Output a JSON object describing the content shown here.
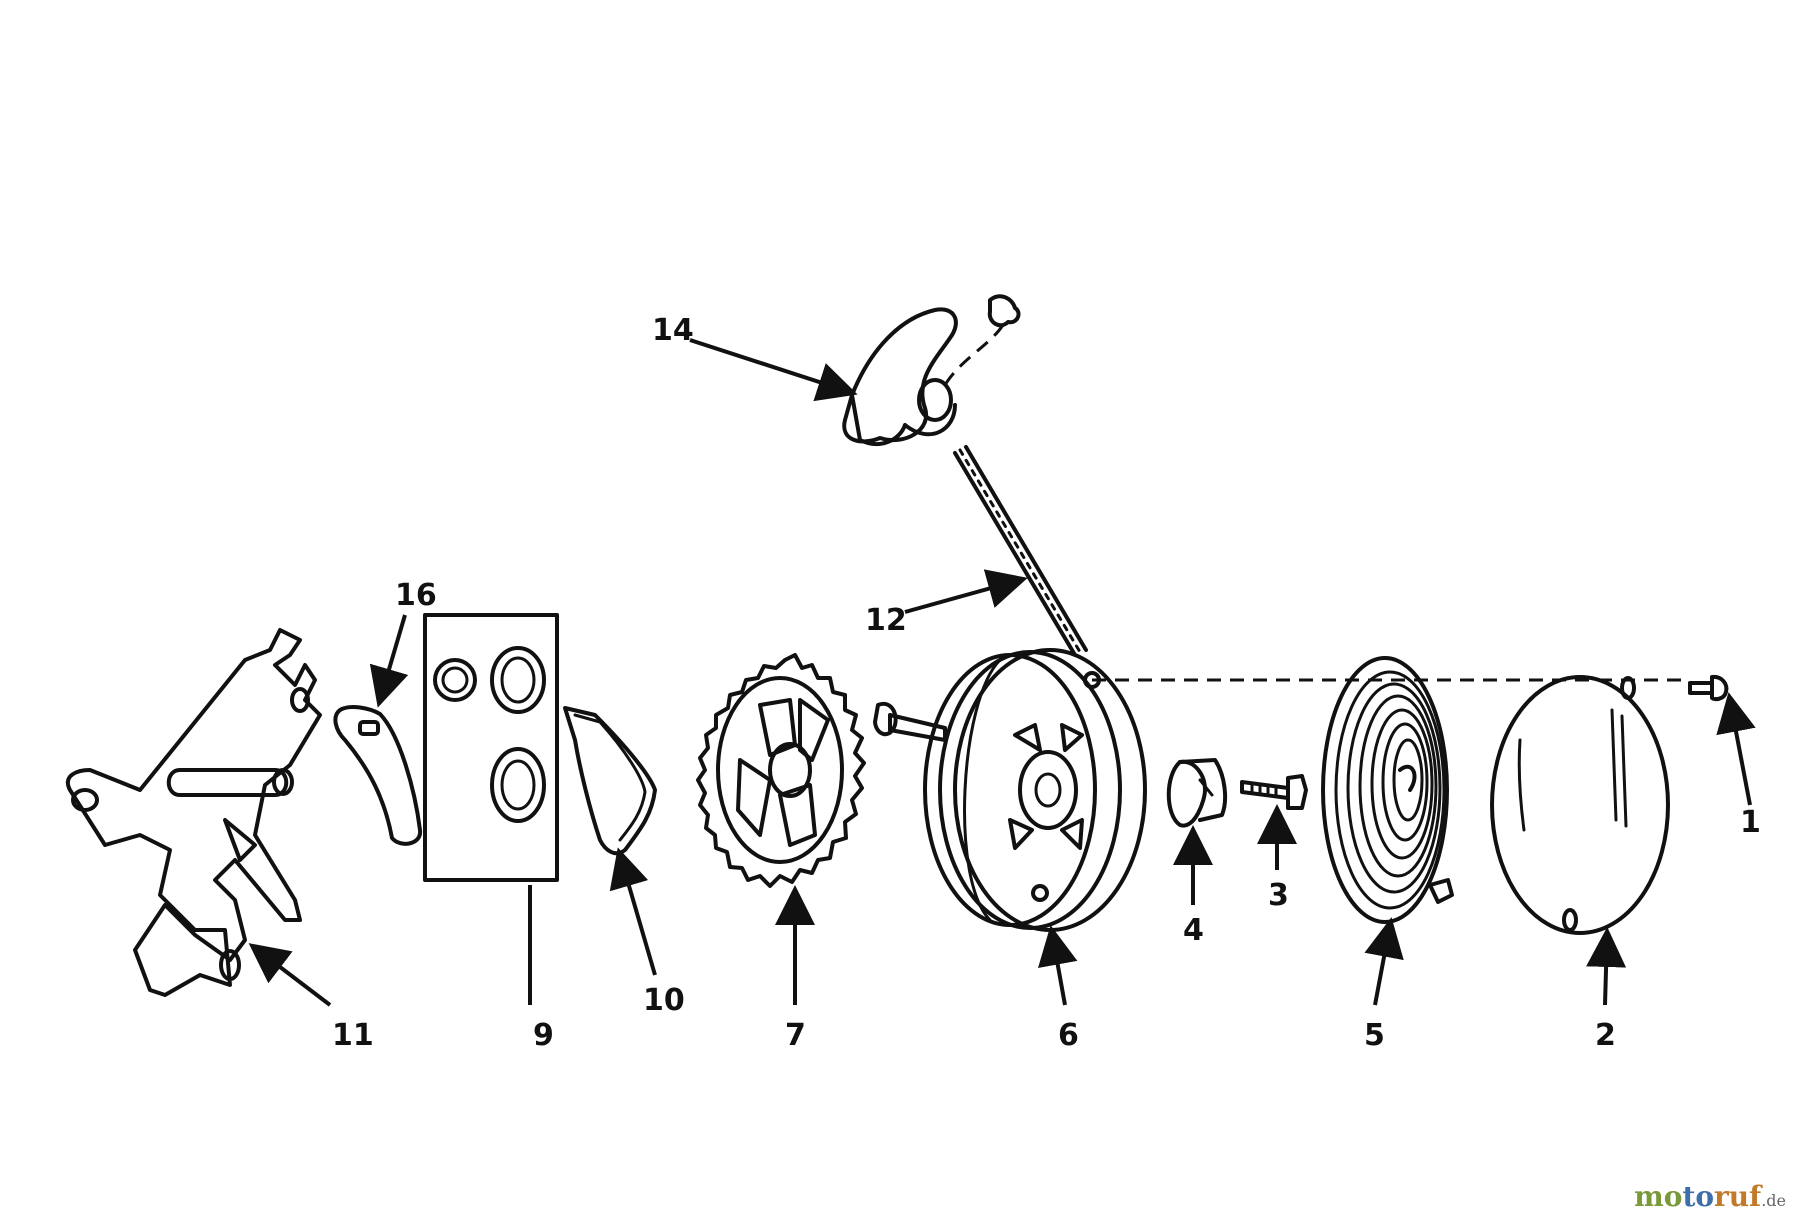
{
  "labels": {
    "l14": "14",
    "l16": "16",
    "l12": "12",
    "l11": "11",
    "l9": "9",
    "l10": "10",
    "l7": "7",
    "l6": "6",
    "l4": "4",
    "l3": "3",
    "l5": "5",
    "l2": "2",
    "l1": "1"
  },
  "watermark": {
    "part1": "mo",
    "part2": "to",
    "part3": "ruf",
    "suffix": ".de"
  },
  "colors": {
    "ink": "#111111",
    "wm_green": "#7a9a3a",
    "wm_blue": "#3d6fa8",
    "wm_orange": "#c07a2a"
  }
}
